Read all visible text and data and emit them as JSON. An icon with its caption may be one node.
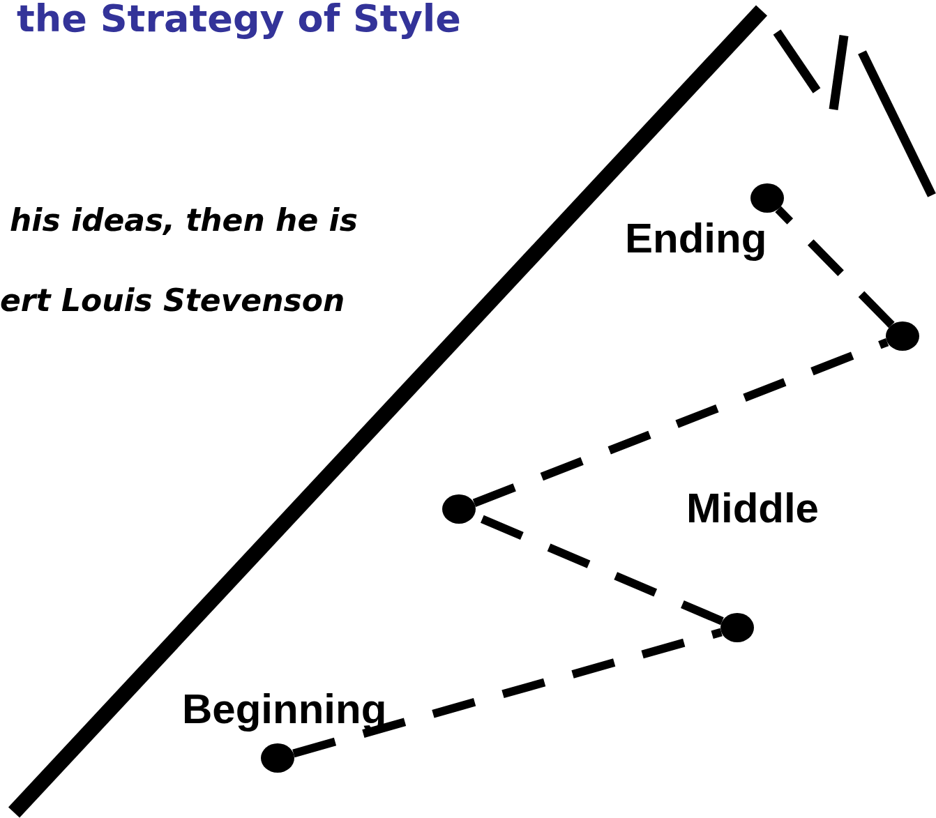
{
  "diagram": {
    "title": "the Strategy of Style",
    "nodes": [
      {
        "text": [],
        "shape": "circle"
      },
      {
        "text": [],
        "shape": "circle"
      },
      {
        "text": [],
        "shape": "circle"
      },
      {
        "text": [],
        "shape": "circle"
      },
      {
        "text": [],
        "shape": "circle"
      }
    ],
    "edges": [
      {
        "from": 4,
        "to": 3,
        "arrow": "none",
        "style": "dashed"
      },
      {
        "from": 3,
        "to": 2,
        "arrow": "none",
        "style": "dashed"
      },
      {
        "from": 2,
        "to": 1,
        "arrow": "none",
        "style": "dashed"
      },
      {
        "from": 1,
        "to": 0,
        "arrow": "none",
        "style": "dashed"
      }
    ],
    "labels": [
      "his ideas, then he is",
      "ert Louis Stevenson",
      "Ending",
      "Middle",
      "Beginning"
    ]
  }
}
